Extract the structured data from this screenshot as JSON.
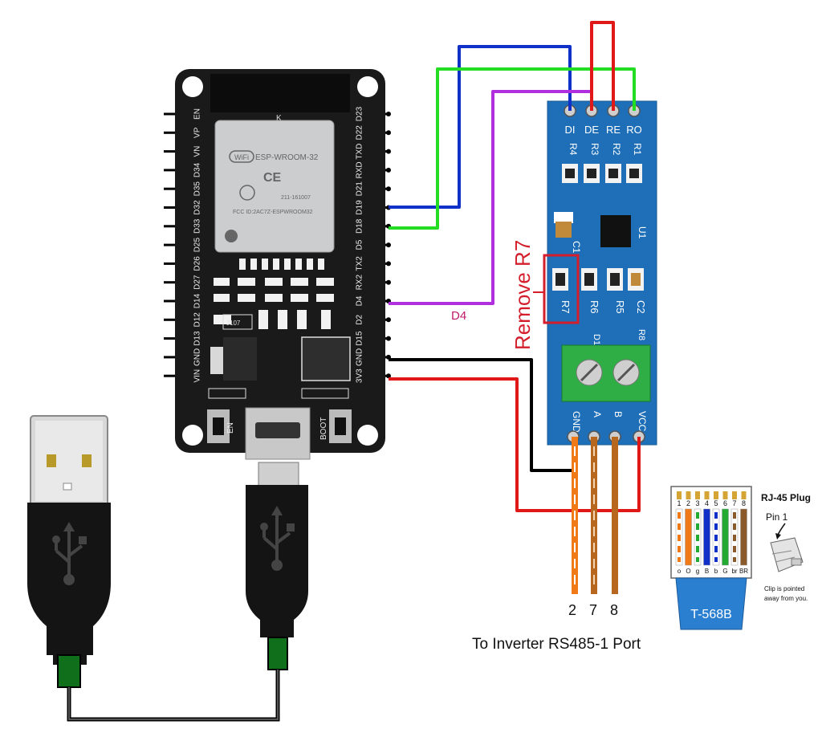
{
  "esp32": {
    "module_label": "ESP-WROOM-32",
    "wifi_label": "WiFi",
    "fcc_label": "FCC ID:2AC7Z-ESPWROOM32",
    "cert_label": "211-161007",
    "k_label": "K",
    "left_pins": [
      "EN",
      "VP",
      "VN",
      "D34",
      "D35",
      "D32",
      "D33",
      "D25",
      "D26",
      "D27",
      "D14",
      "D12",
      "D13",
      "GND",
      "VIN"
    ],
    "right_pins": [
      "D23",
      "D22",
      "TXD",
      "RXD",
      "D21",
      "D19",
      "D18",
      "D5",
      "TX2",
      "RX2",
      "D4",
      "D2",
      "D15",
      "GND",
      "3V3"
    ],
    "en_button_label": "EN",
    "boot_button_label": "BOOT",
    "j107_label": "J107"
  },
  "rs485": {
    "top_pins": [
      "DI",
      "DE",
      "RE",
      "RO"
    ],
    "resistors_top": [
      "R4",
      "R3",
      "R2",
      "R1"
    ],
    "c1_label": "C1",
    "u1_label": "U1",
    "resistors_mid": [
      "R7",
      "R6",
      "R5",
      "C2"
    ],
    "r8_label": "R8",
    "d1_label": "D1",
    "bottom_pins": [
      "GND",
      "A",
      "B",
      "VCC"
    ]
  },
  "annotations": {
    "remove_r7": "Remove R7",
    "d4_label": "D4",
    "cable_numbers": [
      "2",
      "7",
      "8"
    ],
    "inverter_port": "To Inverter RS485-1 Port"
  },
  "rj45": {
    "title": "RJ-45 Plug",
    "pin1": "Pin 1",
    "pin_numbers": [
      "1",
      "2",
      "3",
      "4",
      "5",
      "6",
      "7",
      "8"
    ],
    "wire_codes": [
      "o",
      "O",
      "g",
      "B",
      "b",
      "G",
      "br",
      "BR"
    ],
    "standard": "T-568B",
    "clip_note_line1": "Clip is pointed",
    "clip_note_line2": "away from you."
  },
  "colors": {
    "wire_blue": "#1030c8",
    "wire_green": "#22dd22",
    "wire_purple": "#b030e0",
    "wire_red": "#e01818",
    "wire_black": "#000000",
    "wire_orange": "#f07a18",
    "wire_brown": "#b8681e",
    "annotation_red": "#d41e2c",
    "annotation_magenta": "#c0186a",
    "board_black": "#1a1a1a",
    "board_blue": "#1e6fb8",
    "terminal_green": "#2fae46"
  }
}
